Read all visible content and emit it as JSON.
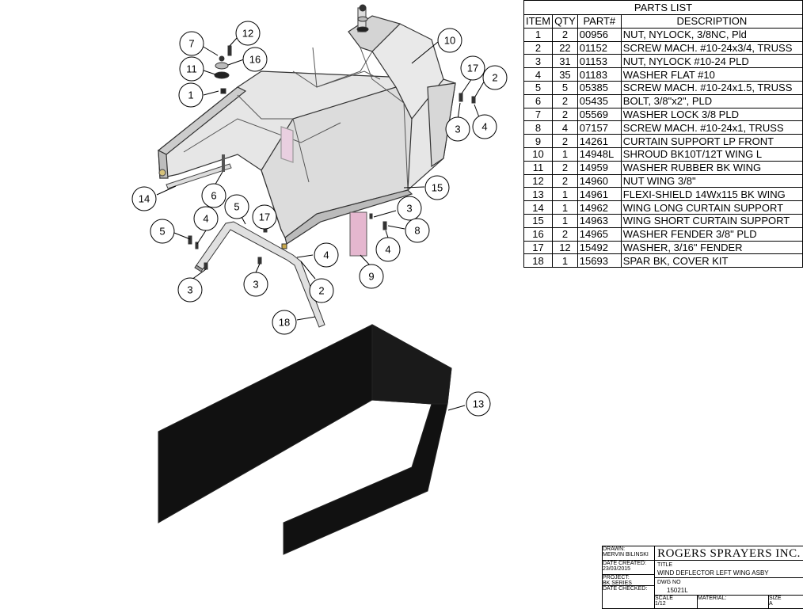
{
  "parts_list": {
    "title": "PARTS LIST",
    "headers": [
      "ITEM",
      "QTY",
      "PART#",
      "DESCRIPTION"
    ],
    "rows": [
      {
        "item": "1",
        "qty": "2",
        "part": "00956",
        "desc": "NUT, NYLOCK, 3/8NC, Pld"
      },
      {
        "item": "2",
        "qty": "22",
        "part": "01152",
        "desc": "SCREW MACH. #10-24x3/4, TRUSS"
      },
      {
        "item": "3",
        "qty": "31",
        "part": "01153",
        "desc": "NUT, NYLOCK #10-24 PLD"
      },
      {
        "item": "4",
        "qty": "35",
        "part": "01183",
        "desc": "WASHER FLAT #10"
      },
      {
        "item": "5",
        "qty": "5",
        "part": "05385",
        "desc": "SCREW MACH. #10-24x1.5, TRUSS"
      },
      {
        "item": "6",
        "qty": "2",
        "part": "05435",
        "desc": "BOLT, 3/8\"x2\", PLD"
      },
      {
        "item": "7",
        "qty": "2",
        "part": "05569",
        "desc": "WASHER LOCK 3/8 PLD"
      },
      {
        "item": "8",
        "qty": "4",
        "part": "07157",
        "desc": "SCREW MACH. #10-24x1, TRUSS"
      },
      {
        "item": "9",
        "qty": "2",
        "part": "14261",
        "desc": "CURTAIN SUPPORT LP FRONT"
      },
      {
        "item": "10",
        "qty": "1",
        "part": "14948L",
        "desc": "SHROUD BK10T/12T WING L"
      },
      {
        "item": "11",
        "qty": "2",
        "part": "14959",
        "desc": "WASHER RUBBER BK WING"
      },
      {
        "item": "12",
        "qty": "2",
        "part": "14960",
        "desc": "NUT WING 3/8\""
      },
      {
        "item": "13",
        "qty": "1",
        "part": "14961",
        "desc": "FLEXI-SHIELD 14Wx115 BK WING"
      },
      {
        "item": "14",
        "qty": "1",
        "part": "14962",
        "desc": "WING LONG CURTAIN SUPPORT"
      },
      {
        "item": "15",
        "qty": "1",
        "part": "14963",
        "desc": "WING SHORT CURTAIN SUPPORT"
      },
      {
        "item": "16",
        "qty": "2",
        "part": "14965",
        "desc": "WASHER FENDER 3/8\" PLD"
      },
      {
        "item": "17",
        "qty": "12",
        "part": "15492",
        "desc": "WASHER, 3/16\" FENDER"
      },
      {
        "item": "18",
        "qty": "1",
        "part": "15693",
        "desc": "SPAR BK, COVER KIT"
      }
    ]
  },
  "callouts": [
    "7",
    "12",
    "16",
    "11",
    "1",
    "10",
    "17",
    "2",
    "3",
    "4",
    "14",
    "6",
    "15",
    "5",
    "4",
    "5",
    "17",
    "3",
    "8",
    "4",
    "4",
    "9",
    "3",
    "3",
    "2",
    "18",
    "13"
  ],
  "title_block": {
    "drawn_label": "DRAWN:",
    "drawn_by": "MERVIN BILINSKI",
    "date_created_label": "DATE CREATED:",
    "date_created": "23/03/2015",
    "project_label": "PROJECT:",
    "project": "BK SERIES",
    "date_checked_label": "DATE CHECKED:",
    "company": "ROGERS SPRAYERS INC.",
    "title_label": "TITLE",
    "title": "WIND DEFLECTOR LEFT WING ASBY",
    "dwg_label": "DWG NO",
    "dwg_no": "15021L",
    "scale_label": "SCALE",
    "scale": "1/12",
    "material_label": "MATERIAL:",
    "size_label": "SIZE",
    "size": "A"
  }
}
